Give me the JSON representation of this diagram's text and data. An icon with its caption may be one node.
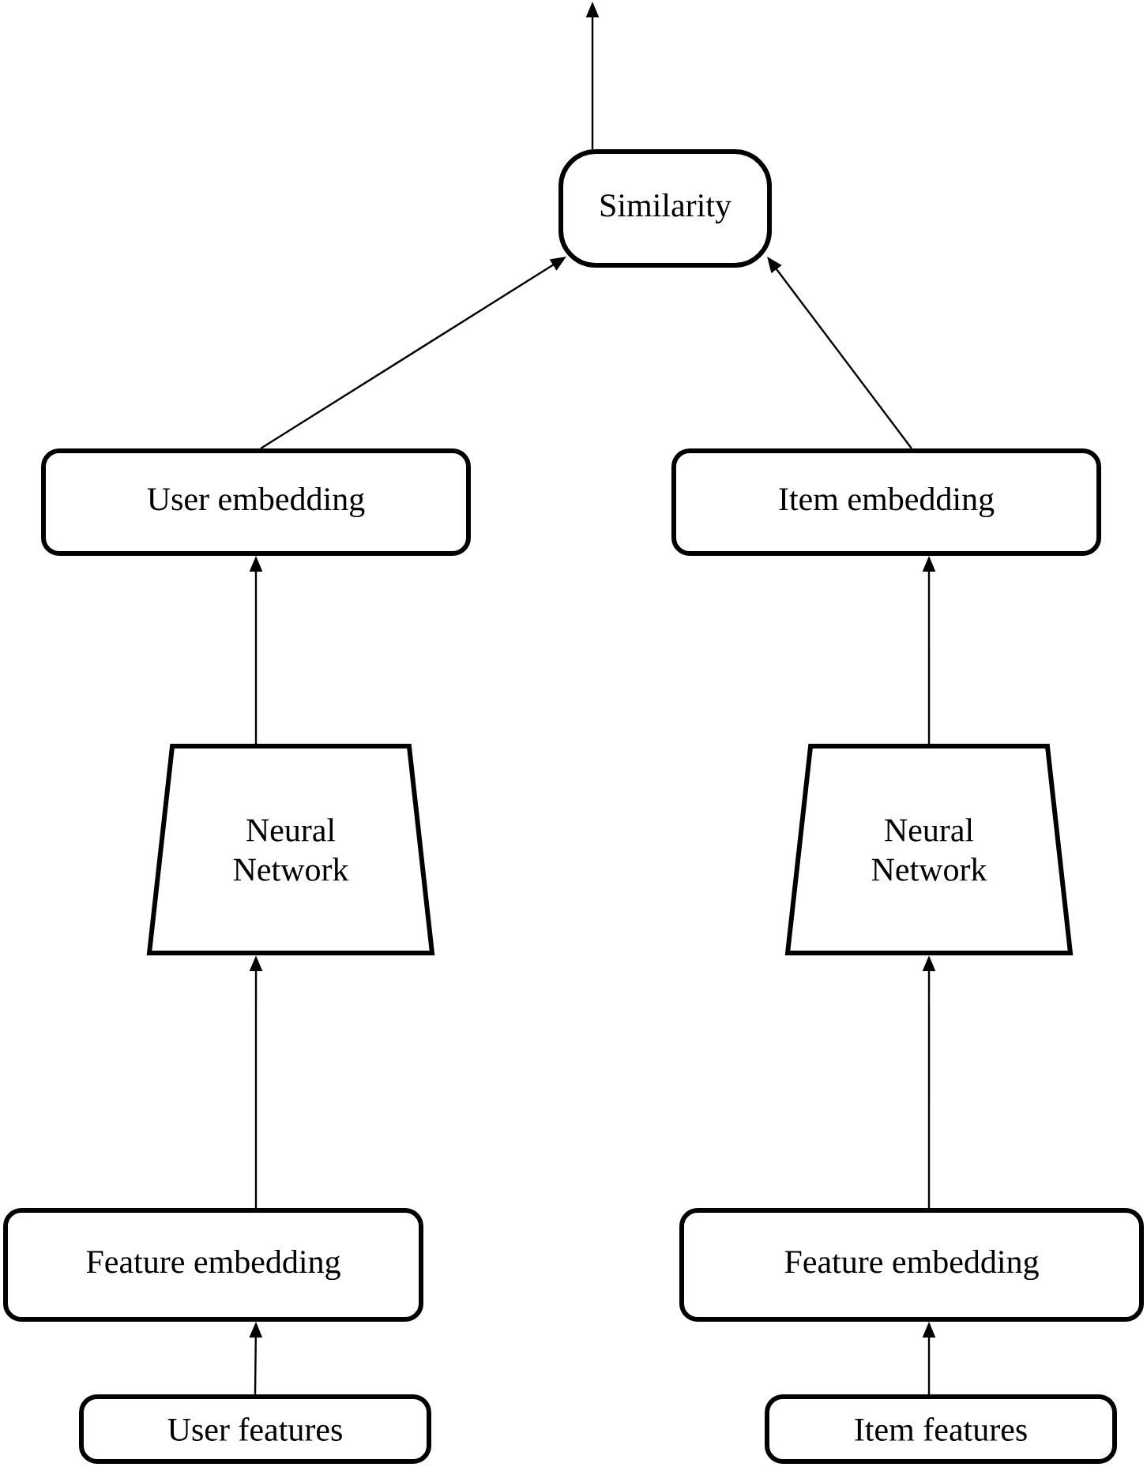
{
  "diagram": {
    "nodes": [
      {
        "text": [
          "Similarity"
        ]
      },
      {
        "text": [
          "User embedding"
        ]
      },
      {
        "text": [
          "Item embedding"
        ]
      },
      {
        "text": [
          "Neural Network"
        ]
      },
      {
        "text": [
          "Neural Network"
        ]
      },
      {
        "text": [
          "Feature embedding"
        ]
      },
      {
        "text": [
          "Feature embedding"
        ]
      },
      {
        "text": [
          "User features"
        ]
      },
      {
        "text": [
          "Item features"
        ]
      }
    ],
    "edges": [
      {
        "from": 0,
        "to": null,
        "arrow": "to"
      },
      {
        "from": 1,
        "to": 0,
        "arrow": "to"
      },
      {
        "from": 2,
        "to": 0,
        "arrow": "to"
      },
      {
        "from": 3,
        "to": 1,
        "arrow": "to"
      },
      {
        "from": 4,
        "to": 2,
        "arrow": "to"
      },
      {
        "from": 5,
        "to": 3,
        "arrow": "to"
      },
      {
        "from": 6,
        "to": 4,
        "arrow": "to"
      },
      {
        "from": 7,
        "to": 5,
        "arrow": "to"
      },
      {
        "from": 8,
        "to": 6,
        "arrow": "to"
      }
    ]
  }
}
